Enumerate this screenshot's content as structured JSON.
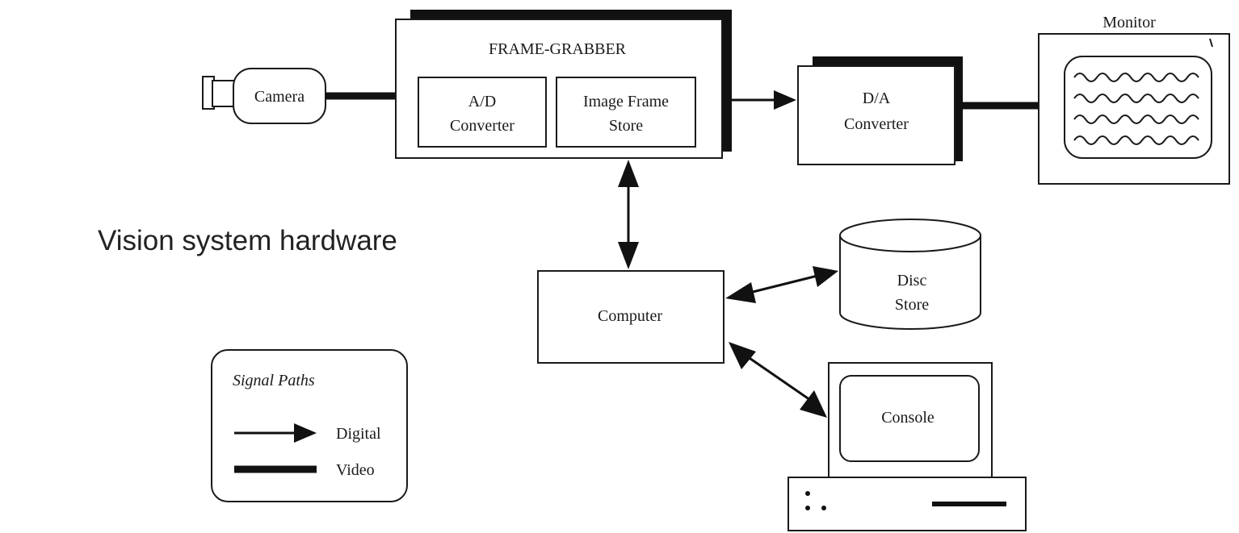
{
  "caption": "Vision system hardware",
  "nodes": {
    "camera": "Camera",
    "frame_grabber": "FRAME-GRABBER",
    "ad_converter": [
      "A/D",
      "Converter"
    ],
    "image_frame_store": [
      "Image Frame",
      "Store"
    ],
    "da_converter": [
      "D/A",
      "Converter"
    ],
    "monitor": "Monitor",
    "computer": "Computer",
    "disc_store": [
      "Disc",
      "Store"
    ],
    "console": "Console"
  },
  "legend": {
    "title": "Signal Paths",
    "digital": "Digital",
    "video": "Video"
  }
}
